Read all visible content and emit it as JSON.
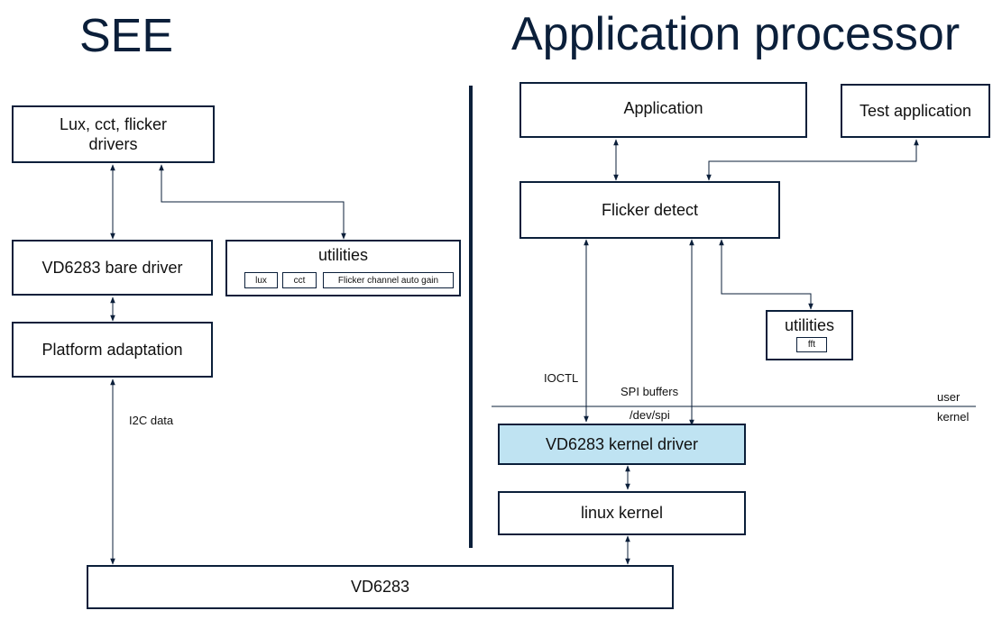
{
  "titles": {
    "see": "SEE",
    "ap": "Application processor"
  },
  "see": {
    "drivers": "Lux, cct, flicker drivers",
    "bare_driver": "VD6283 bare driver",
    "platform": "Platform adaptation",
    "utilities": {
      "title": "utilities",
      "items": [
        "lux",
        "cct",
        "Flicker channel auto gain"
      ]
    }
  },
  "ap": {
    "application": "Application",
    "test_application": "Test application",
    "flicker_detect": "Flicker detect",
    "utilities": {
      "title": "utilities",
      "items": [
        "fft"
      ]
    },
    "kernel_driver": "VD6283 kernel driver",
    "linux_kernel": "linux kernel"
  },
  "device": "VD6283",
  "labels": {
    "i2c": "I2C data",
    "ioctl": "IOCTL",
    "spi_buffers": "SPI buffers",
    "dev_spi": "/dev/spi",
    "user": "user",
    "kernel": "kernel"
  },
  "colors": {
    "ink": "#0b1f3a",
    "highlight": "#bfe3f2"
  }
}
